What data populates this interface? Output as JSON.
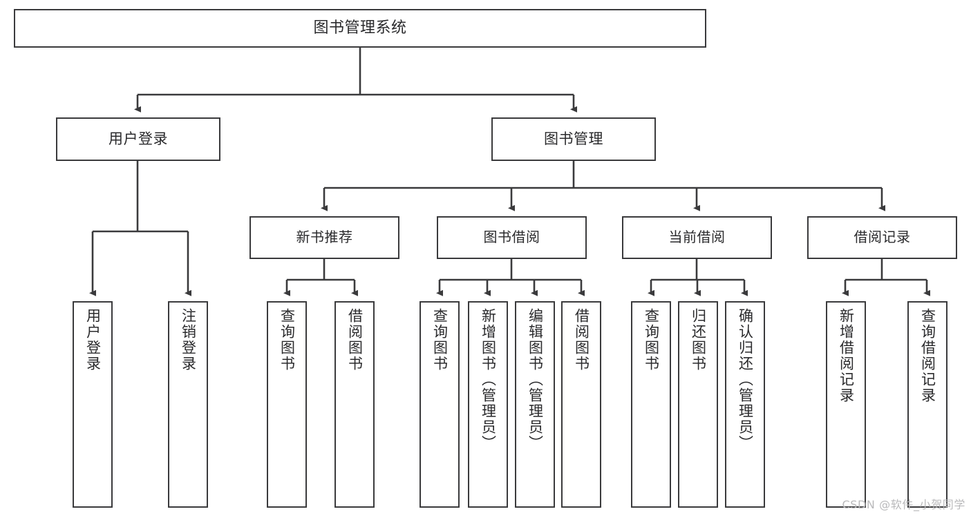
{
  "diagram": {
    "title": "图书管理系统",
    "watermark": "CSDN @软件_小贺同学",
    "edge_color": "#3a3a3c",
    "box_border_color": "#3a3a3c",
    "box_fill_color": "#ffffff",
    "text_color": "#2a2a2c"
  },
  "root": {
    "label": "图书管理系统"
  },
  "level1": [
    {
      "label": "用户登录"
    },
    {
      "label": "图书管理"
    }
  ],
  "level2": [
    {
      "label": "新书推荐"
    },
    {
      "label": "图书借阅"
    },
    {
      "label": "当前借阅"
    },
    {
      "label": "借阅记录"
    }
  ],
  "leaves": {
    "user_login": [
      {
        "label": "用户登录"
      },
      {
        "label": "注销登录"
      }
    ],
    "new_book_recommend": [
      {
        "label": "查询图书"
      },
      {
        "label": "借阅图书"
      }
    ],
    "book_borrow": [
      {
        "label": "查询图书"
      },
      {
        "label": "新增图书（管理员）"
      },
      {
        "label": "编辑图书（管理员）"
      },
      {
        "label": "借阅图书"
      }
    ],
    "current_borrow": [
      {
        "label": "查询图书"
      },
      {
        "label": "归还图书"
      },
      {
        "label": "确认归还（管理员）"
      }
    ],
    "borrow_record": [
      {
        "label": "新增借阅记录"
      },
      {
        "label": "查询借阅记录"
      }
    ]
  },
  "chart_data": {
    "type": "table",
    "title": "图书管理系统功能结构图",
    "hierarchy": {
      "name": "图书管理系统",
      "children": [
        {
          "name": "用户登录",
          "children": [
            {
              "name": "用户登录"
            },
            {
              "name": "注销登录"
            }
          ]
        },
        {
          "name": "图书管理",
          "children": [
            {
              "name": "新书推荐",
              "children": [
                {
                  "name": "查询图书"
                },
                {
                  "name": "借阅图书"
                }
              ]
            },
            {
              "name": "图书借阅",
              "children": [
                {
                  "name": "查询图书"
                },
                {
                  "name": "新增图书（管理员）"
                },
                {
                  "name": "编辑图书（管理员）"
                },
                {
                  "name": "借阅图书"
                }
              ]
            },
            {
              "name": "当前借阅",
              "children": [
                {
                  "name": "查询图书"
                },
                {
                  "name": "归还图书"
                },
                {
                  "name": "确认归还（管理员）"
                }
              ]
            },
            {
              "name": "借阅记录",
              "children": [
                {
                  "name": "新增借阅记录"
                },
                {
                  "name": "查询借阅记录"
                }
              ]
            }
          ]
        }
      ]
    }
  }
}
